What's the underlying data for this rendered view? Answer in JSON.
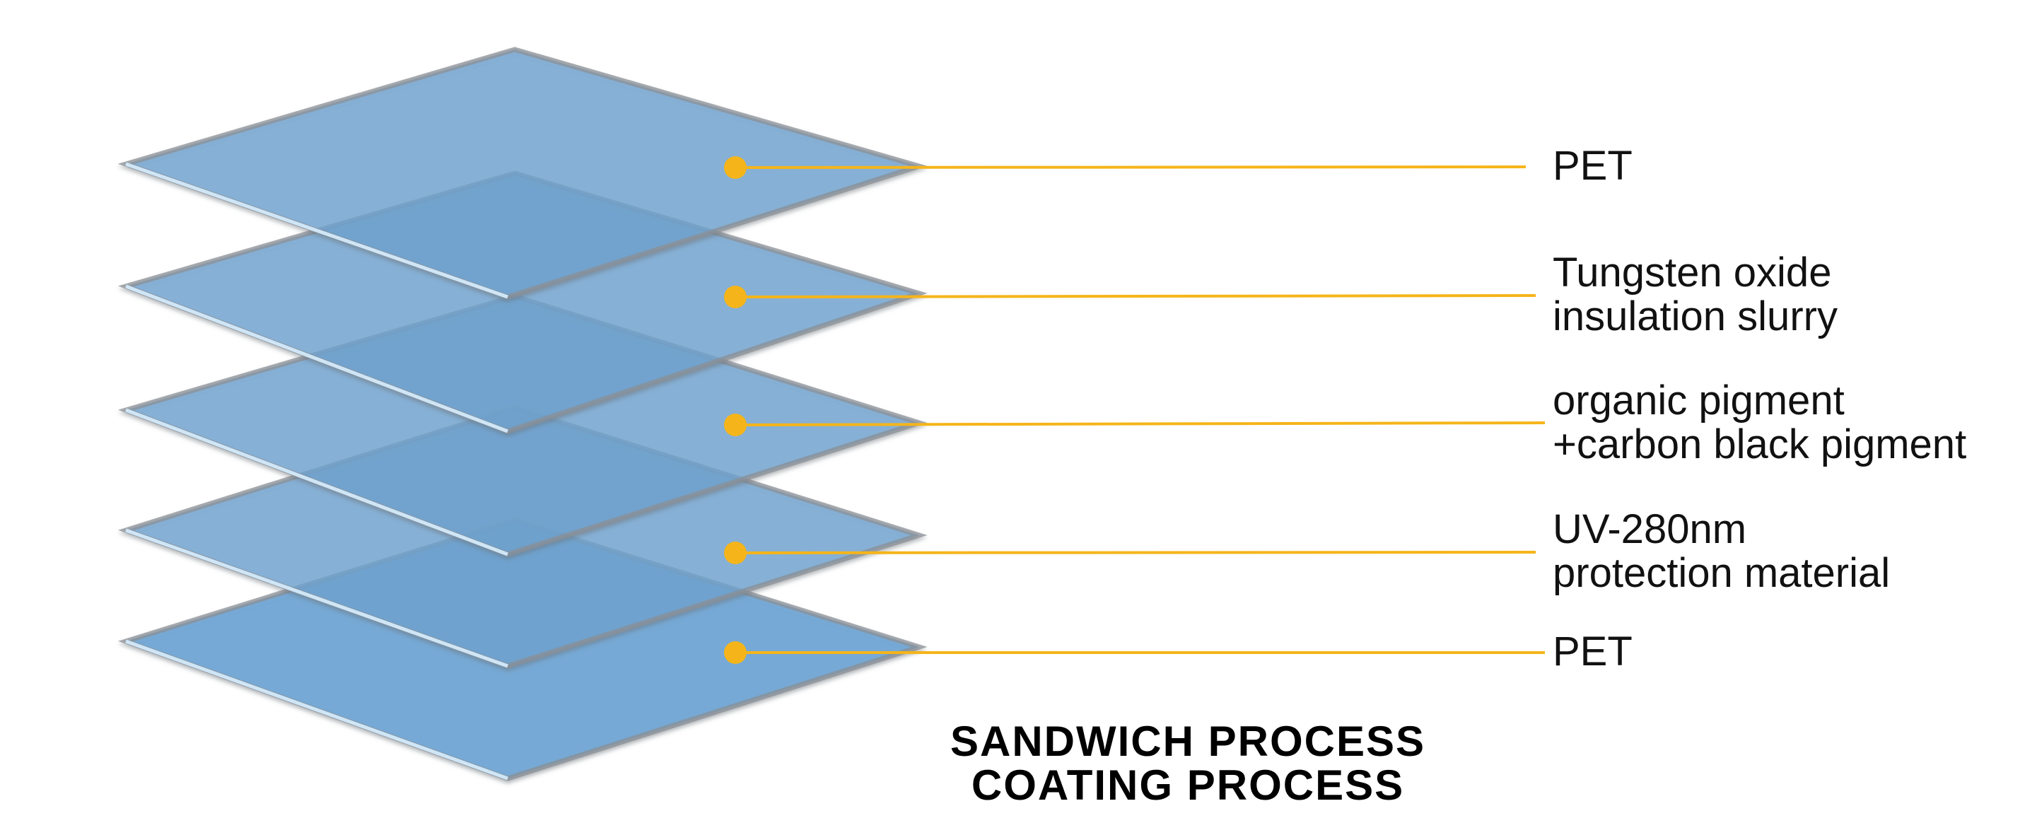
{
  "diagram": {
    "colors": {
      "sheet_fill": "#6fa6d6",
      "sheet_overlap": "#3f87c4",
      "sheet_edge": "#8a8f96",
      "sheet_highlight": "#cfe6f7",
      "leader_line": "#f5b51a",
      "leader_dot": "#f5b51a"
    },
    "layers": [
      {
        "lines": [
          "PET"
        ]
      },
      {
        "lines": [
          "Tungsten oxide",
          "insulation slurry"
        ]
      },
      {
        "lines": [
          "organic pigment",
          "+carbon black pigment"
        ]
      },
      {
        "lines": [
          "UV-280nm",
          "protection material"
        ]
      },
      {
        "lines": [
          "PET"
        ]
      }
    ],
    "caption": {
      "line1": "SANDWICH PROCESS",
      "line2": "COATING PROCESS"
    }
  }
}
